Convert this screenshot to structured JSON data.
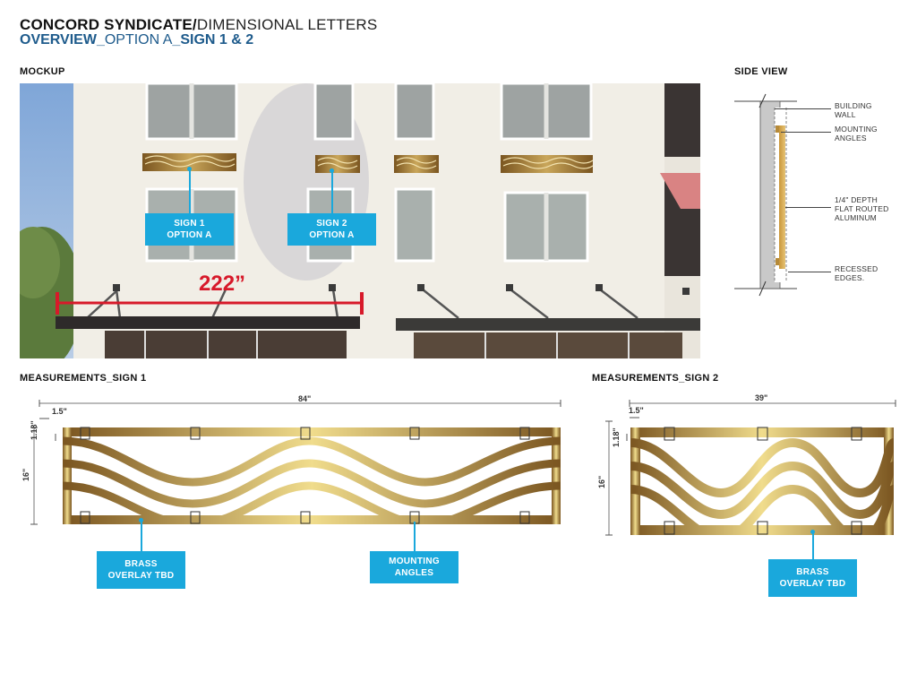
{
  "header": {
    "title_bold": "CONCORD SYNDICATE/",
    "title_light": "DIMENSIONAL LETTERS",
    "subtitle_bold_1": "OVERVIEW_",
    "subtitle_light": "OPTION A",
    "subtitle_bold_2": "_SIGN 1 & 2"
  },
  "mockup": {
    "section_label": "MOCKUP",
    "measurement": "222”",
    "callouts": [
      {
        "line1": "SIGN 1",
        "line2": "OPTION A"
      },
      {
        "line1": "SIGN 2",
        "line2": "OPTION A"
      }
    ]
  },
  "side_view": {
    "section_label": "SIDE VIEW",
    "labels": [
      {
        "line1": "BUILDING",
        "line2": "WALL"
      },
      {
        "line1": "MOUNTING",
        "line2": "ANGLES"
      },
      {
        "line1": "1/4\" DEPTH",
        "line2": "FLAT ROUTED",
        "line3": "ALUMINUM"
      },
      {
        "line1": "RECESSED",
        "line2": "EDGES."
      }
    ]
  },
  "sign1": {
    "section_label": "MEASUREMENTS_SIGN 1",
    "width": "84\"",
    "border": "1.5\"",
    "wave_gap": "1.18\"",
    "height": "16\"",
    "callouts": [
      {
        "line1": "BRASS",
        "line2": "OVERLAY TBD"
      },
      {
        "line1": "MOUNTING",
        "line2": "ANGLES"
      }
    ]
  },
  "sign2": {
    "section_label": "MEASUREMENTS_SIGN 2",
    "width": "39\"",
    "border": "1.5\"",
    "wave_gap": "1.18\"",
    "height": "16\"",
    "callouts": [
      {
        "line1": "BRASS",
        "line2": "OVERLAY TBD"
      }
    ]
  },
  "colors": {
    "accent_blue": "#1aa8dc",
    "title_blue": "#1e5b8c",
    "measure_red": "#d7192a",
    "brass_dark": "#7a5520",
    "brass_light": "#f0dc8c"
  }
}
